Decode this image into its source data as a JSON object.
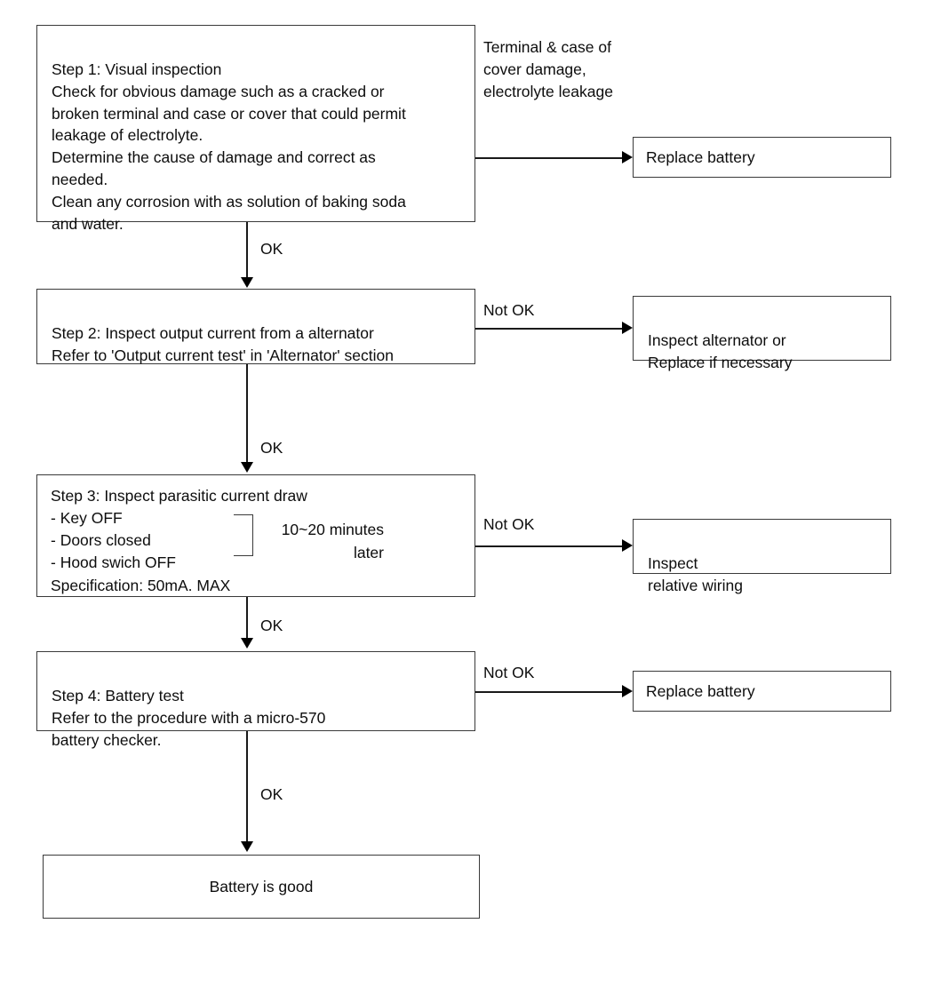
{
  "diagram": {
    "title": "Battery troubleshooting flowchart",
    "boxes": {
      "step1": "Step 1: Visual inspection\nCheck for obvious damage such as a cracked or\nbroken terminal and case or cover that could permit\nleakage of electrolyte.\nDetermine the cause of damage and correct as\nneeded.\nClean any corrosion with as solution of baking soda\nand water.",
      "step2": "Step 2: Inspect output current from a alternator\nRefer to 'Output current test' in 'Alternator' section",
      "step3_head": "Step 3: Inspect parasitic current draw",
      "step3_items": " - Key OFF\n - Doors closed\n - Hood swich OFF",
      "step3_spec": "   Specification: 50mA. MAX",
      "step3_note": "10~20 minutes\nlater",
      "step4": "Step 4: Battery test\nRefer to the procedure with a micro-570\nbattery checker.",
      "result": "Battery is good",
      "replace_battery_1": "Replace battery",
      "inspect_alternator": "Inspect alternator or\nReplace if necessary",
      "inspect_wiring": "Inspect\nrelative wiring",
      "replace_battery_2": "Replace battery"
    },
    "edge_labels": {
      "fault1": "Terminal  &  case of\ncover damage,\nelectrolyte leakage",
      "ok1": "OK",
      "ok2": "OK",
      "ok3": "OK",
      "ok4": "OK",
      "not_ok_2": "Not OK",
      "not_ok_3": "Not OK",
      "not_ok_4": "Not OK"
    },
    "colors": {
      "box_border": "#3a3a3a",
      "line": "#1a1a1a",
      "text": "#0d0d0d",
      "background": "#ffffff"
    }
  }
}
